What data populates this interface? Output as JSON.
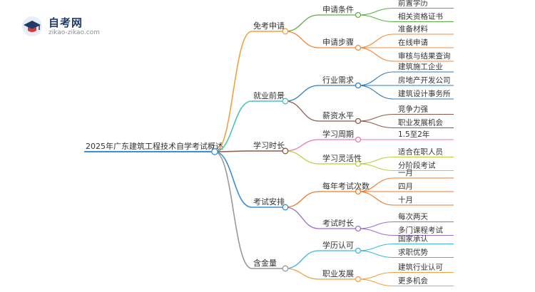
{
  "logo": {
    "title": "自考网",
    "url": "zikao-zikao.com",
    "icon": "graduation-cap-icon"
  },
  "mindmap": {
    "root": "2025年广东建筑工程技术自学考试概述",
    "branches": [
      {
        "label": "免考申请",
        "color": "#f0a040",
        "children": [
          {
            "label": "申请条件",
            "color": "#5bb043",
            "children": [
              "前置学历",
              "相关资格证书"
            ]
          },
          {
            "label": "申请步骤",
            "color": "#f08a3c",
            "children": [
              "准备材料",
              "在线申请",
              "审核与结果查询"
            ]
          }
        ]
      },
      {
        "label": "就业前景",
        "color": "#4cc2b8",
        "children": [
          {
            "label": "行业需求",
            "color": "#2f7fb8",
            "children": [
              "建筑施工企业",
              "房地产开发公司",
              "建筑设计事务所"
            ]
          },
          {
            "label": "薪资水平",
            "color": "#8c5a4a",
            "children": [
              "竞争力强",
              "职业发展机会"
            ]
          }
        ]
      },
      {
        "label": "学习时长",
        "color": "#8c5a4a",
        "children": [
          {
            "label": "学习周期",
            "color": "#e879b5",
            "children": [
              "1.5至2年"
            ]
          },
          {
            "label": "学习灵活性",
            "color": "#bccf3c",
            "children": [
              "适合在职人员",
              "分阶段考试"
            ]
          }
        ]
      },
      {
        "label": "考试安排",
        "color": "#3a8fd6",
        "children": [
          {
            "label": "每年考试次数",
            "color": "#f07a28",
            "children": [
              "一月",
              "四月",
              "十月"
            ]
          },
          {
            "label": "考试时长",
            "color": "#9b6fd0",
            "children": [
              "每次两天",
              "多门课程考试"
            ]
          }
        ]
      },
      {
        "label": "含金量",
        "color": "#999999",
        "children": [
          {
            "label": "学历认可",
            "color": "#3fb7d8",
            "children": [
              "国家承认",
              "求职优势"
            ]
          },
          {
            "label": "职业发展",
            "color": "#f0a040",
            "children": [
              "建筑行业认可",
              "更多机会"
            ]
          }
        ]
      }
    ]
  }
}
